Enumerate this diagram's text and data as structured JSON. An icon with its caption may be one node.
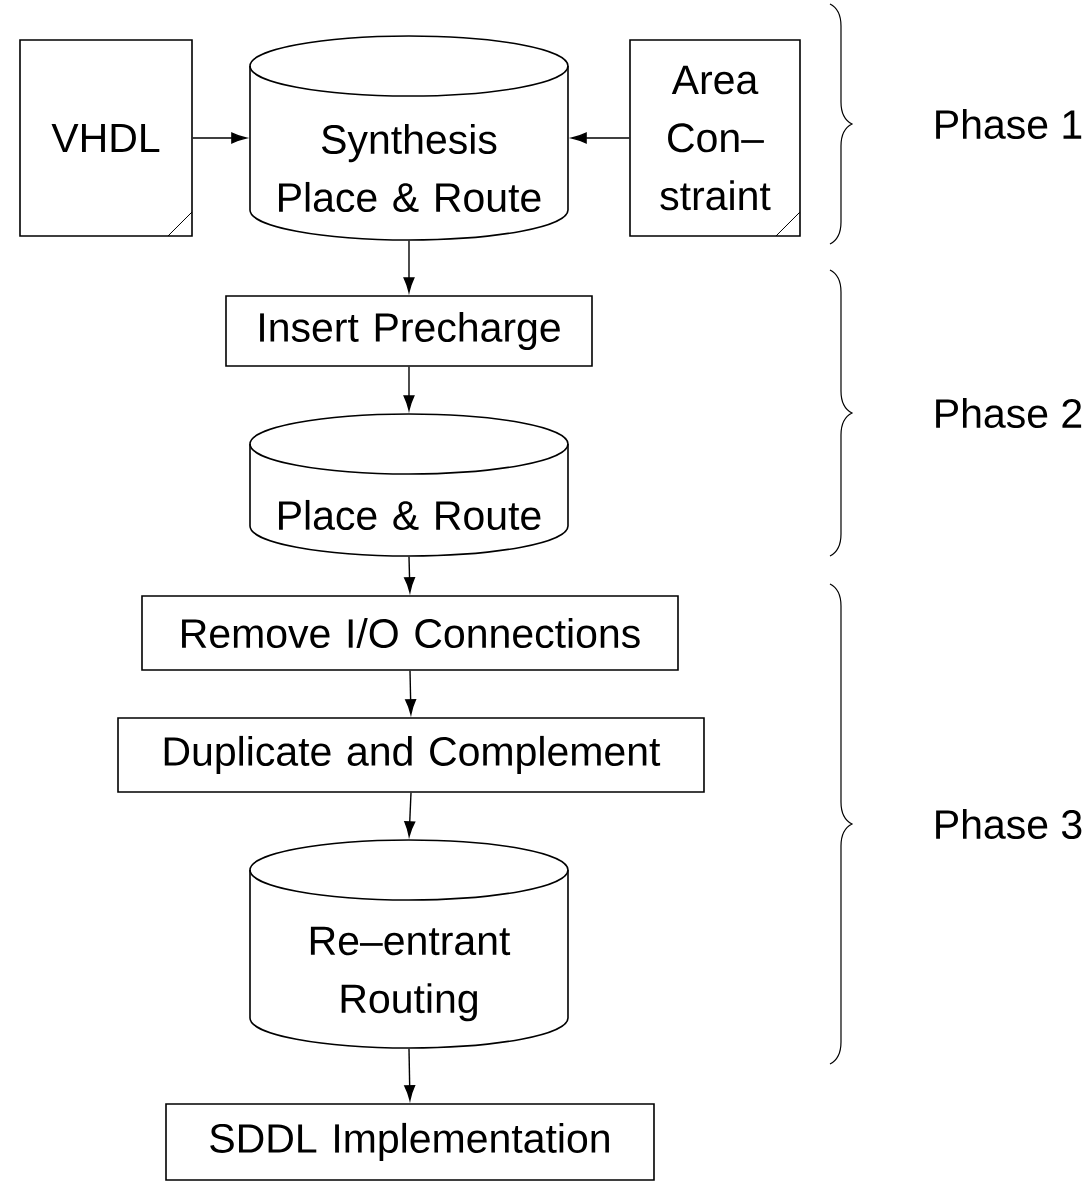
{
  "diagram": {
    "nodes": [
      {
        "text": [
          "VHDL"
        ]
      },
      {
        "text": [
          "Synthesis Place & Route"
        ]
      },
      {
        "text": [
          "Area Con– straint"
        ]
      },
      {
        "text": [
          "Insert Precharge"
        ]
      },
      {
        "text": [
          "Place & Route"
        ]
      },
      {
        "text": [
          "Remove I/O Connections"
        ]
      },
      {
        "text": [
          "Duplicate and Complement"
        ]
      },
      {
        "text": [
          "Re–entrant Routing"
        ]
      },
      {
        "text": [
          "SDDL Implementation"
        ]
      }
    ],
    "edges": [
      {
        "from": 0,
        "to": 1,
        "arrow": "to"
      },
      {
        "from": 2,
        "to": 1,
        "arrow": "to"
      },
      {
        "from": 1,
        "to": 3,
        "arrow": "to"
      },
      {
        "from": 3,
        "to": 4,
        "arrow": "to"
      },
      {
        "from": 4,
        "to": 5,
        "arrow": "to"
      },
      {
        "from": 5,
        "to": 6,
        "arrow": "to"
      },
      {
        "from": 6,
        "to": 7,
        "arrow": "to"
      },
      {
        "from": 7,
        "to": 8,
        "arrow": "to"
      }
    ],
    "labels": [
      "Phase 1",
      "Phase 2",
      "Phase 3"
    ]
  }
}
